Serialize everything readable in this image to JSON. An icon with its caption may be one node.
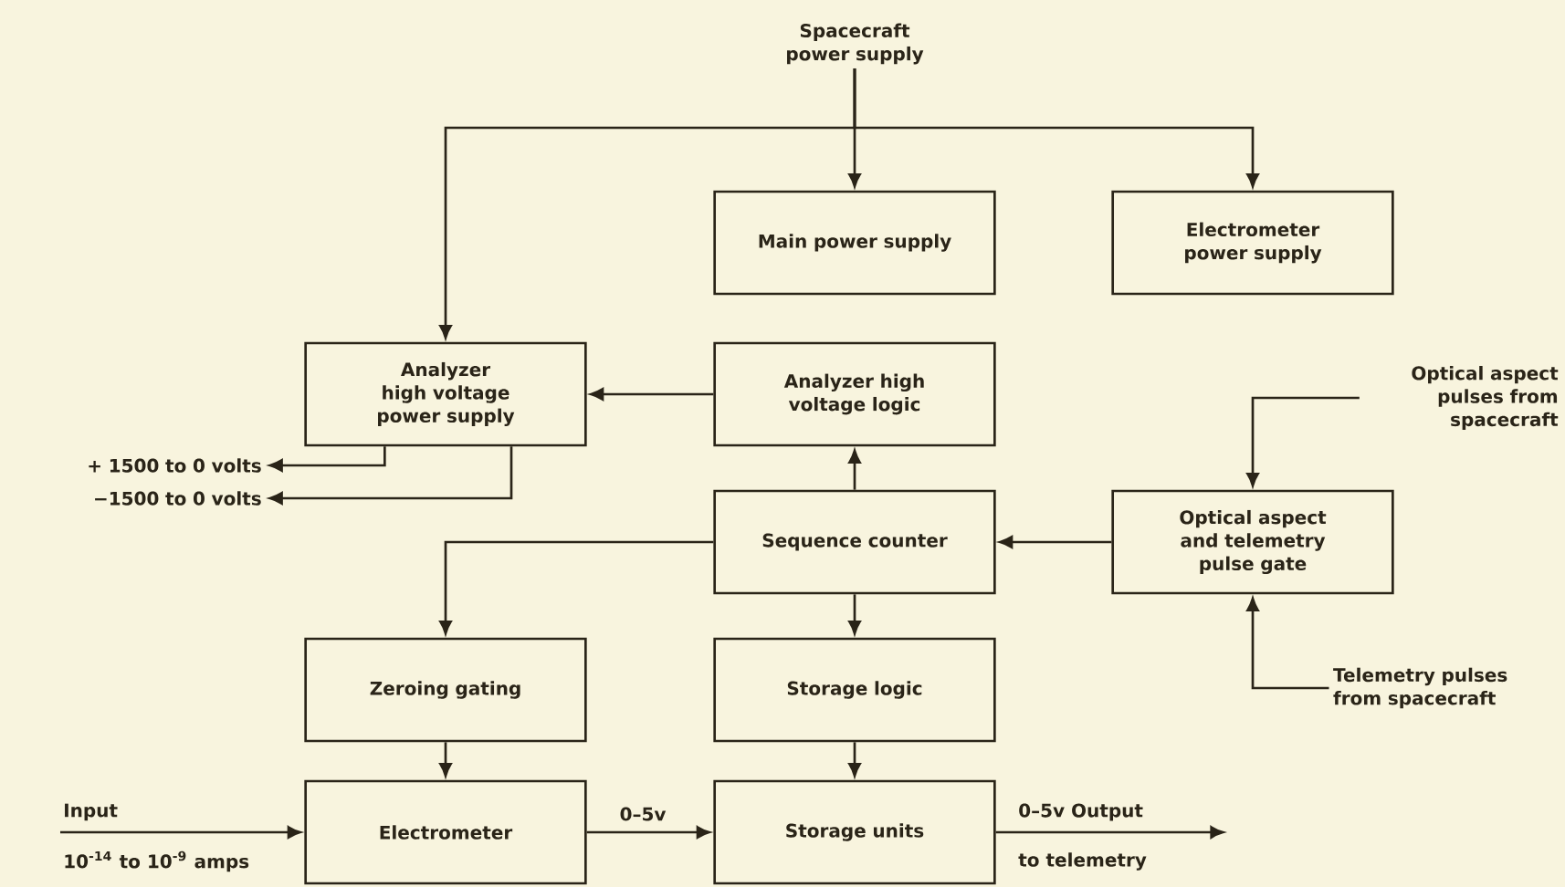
{
  "diagram": {
    "nodes": [
      {
        "text": [
          "Spacecraft power supply"
        ]
      },
      {
        "text": [
          "Main power supply"
        ]
      },
      {
        "text": [
          "Electrometer power supply"
        ]
      },
      {
        "text": [
          "Analyzer high voltage power supply"
        ]
      },
      {
        "text": [
          "Analyzer high voltage logic"
        ]
      },
      {
        "text": [
          "+ 1500 to 0 volts"
        ]
      },
      {
        "text": [
          "−1500 to 0 volts"
        ]
      },
      {
        "text": [
          "Optical aspect pulses from spacecraft"
        ]
      },
      {
        "text": [
          "Sequence counter"
        ]
      },
      {
        "text": [
          "Optical aspect and telemetry pulse gate"
        ]
      },
      {
        "text": [
          "Zeroing gating"
        ]
      },
      {
        "text": [
          "Storage logic"
        ]
      },
      {
        "text": [
          "Telemetry pulses from spacecraft"
        ]
      },
      {
        "text": [
          "Electrometer"
        ]
      },
      {
        "text": [
          "Storage units"
        ]
      }
    ],
    "edges": [
      {
        "from": 0,
        "to": 3,
        "arrow": "to"
      },
      {
        "from": 0,
        "to": 1,
        "arrow": "to"
      },
      {
        "from": 0,
        "to": 2,
        "arrow": "to"
      },
      {
        "from": 4,
        "to": 3,
        "arrow": "to"
      },
      {
        "from": 3,
        "to": 5,
        "arrow": "to"
      },
      {
        "from": 3,
        "to": 6,
        "arrow": "to"
      },
      {
        "from": 8,
        "to": 4,
        "arrow": "to"
      },
      {
        "from": 7,
        "to": 9,
        "arrow": "to"
      },
      {
        "from": 9,
        "to": 8,
        "arrow": "to"
      },
      {
        "from": 8,
        "to": 10,
        "arrow": "to"
      },
      {
        "from": 8,
        "to": 11,
        "arrow": "to"
      },
      {
        "from": 12,
        "to": 9,
        "arrow": "to"
      },
      {
        "from": 10,
        "to": 13,
        "arrow": "to"
      },
      {
        "from": 11,
        "to": 14,
        "arrow": "to"
      },
      {
        "from": null,
        "to": 13,
        "arrow": "to",
        "label": "Input"
      },
      {
        "from": 13,
        "to": 14,
        "arrow": "to",
        "label": "0–5v"
      },
      {
        "from": 14,
        "to": null,
        "arrow": "to",
        "label": "0–5v Output"
      }
    ],
    "labels": [
      "10$^{-14}$ to 10$^{-9}$ amps",
      "to telemetry"
    ]
  }
}
